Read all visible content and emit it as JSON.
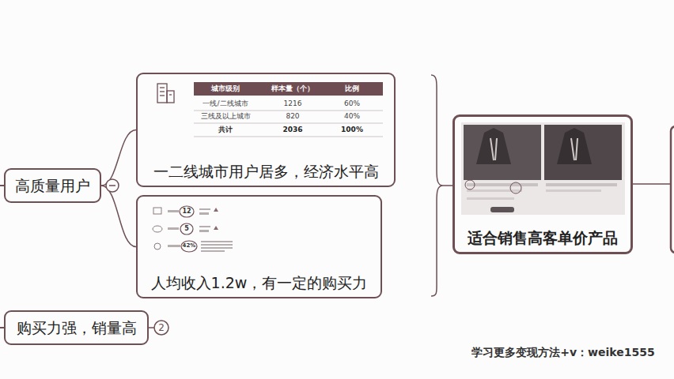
{
  "diagram": {
    "nodes": [
      {
        "text": [
          "高质量用户"
        ]
      },
      {
        "text": [
          "一二线城市用户居多，经济水平高"
        ]
      },
      {
        "text": [
          "人均收入1.2w，有一定的购买力"
        ]
      },
      {
        "text": [
          "适合销售高客单价产品"
        ]
      },
      {
        "text": [
          "购买力强，销量高"
        ]
      }
    ],
    "edges": [
      {
        "from": 0,
        "to": 1,
        "arrow": "none"
      },
      {
        "from": 0,
        "to": 2,
        "arrow": "none"
      }
    ],
    "labels": [
      "城市级别",
      "样本量（个）",
      "比例",
      "一线/二线城市",
      "1216",
      "60%",
      "三线及以上城市",
      "820",
      "40%",
      "共计",
      "2036",
      "100%",
      "12",
      "5",
      "42%",
      "2",
      "学习更多变现方法+v：weike1555"
    ]
  }
}
